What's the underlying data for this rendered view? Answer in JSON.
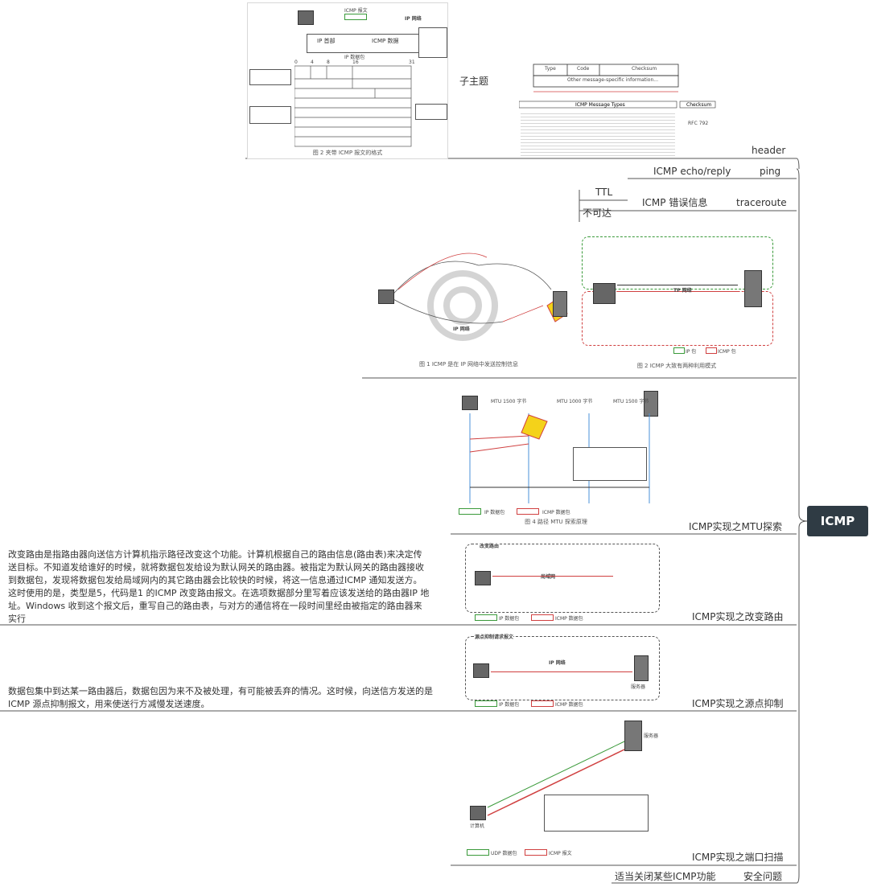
{
  "root": {
    "label": "ICMP"
  },
  "branches": {
    "header": {
      "sub_topic": "子主题",
      "label": "header"
    },
    "echo": {
      "left": "ICMP echo/reply",
      "right": "ping"
    },
    "error": {
      "ttl": "TTL",
      "unreachable": "不可达",
      "label": "ICMP 错误信息",
      "right": "traceroute"
    },
    "mtu": {
      "label": "ICMP实现之MTU探索"
    },
    "redirect": {
      "label": "ICMP实现之改变路由",
      "text": "改变路由是指路由器向送信方计算机指示路径改变这个功能。计算机根据自己的路由信息(路由表)来决定传送目标。不知道发给谁好的时候，就将数据包发给设为默认网关的路由器。被指定为默认网关的路由器接收到数据包，发现将数据包发给局域网内的其它路由器会比较快的时候，将这一信息通过ICMP 通知发送方。这时使用的是，类型是5，代码是1 的ICMP 改变路由报文。在选项数据部分里写着应该发送给的路由器IP 地址。Windows 收到这个报文后，重写自己的路由表，与对方的通信将在一段时间里经由被指定的路由器来实行"
    },
    "quench": {
      "label": "ICMP实现之源点抑制",
      "text": "数据包集中到达某一路由器后，数据包因为来不及被处理，有可能被丢弃的情况。这时候，向送信方发送的是ICMP 源点抑制报文，用来使送行方减慢发送速度。"
    },
    "portscan": {
      "label": "ICMP实现之端口扫描"
    },
    "security": {
      "left": "适当关闭某些ICMP功能",
      "right": "安全问题"
    }
  },
  "figures": {
    "fig_format": {
      "caption": "图 2 夹带 ICMP 报文的格式",
      "top_label": "ICMP 报文",
      "ip_net": "IP 网络",
      "ip_header": "IP 首部",
      "icmp_data": "ICMP 数据",
      "ip_packet": "IP 数据包",
      "bits": [
        "0",
        "4",
        "8",
        "16",
        "31"
      ]
    },
    "fig_rfc": {
      "title": "ICMP Message Types",
      "checksum_title": "Checksum",
      "rfc": "RFC 792",
      "fields": [
        "Type",
        "Code",
        "Checksum"
      ],
      "other": "Other message-specific information..."
    },
    "fig_icmp1": {
      "caption": "图 1 ICMP 是在 IP 网络中发送控制信息",
      "net": "IP 网络"
    },
    "fig_icmp2": {
      "caption": "图 2 ICMP 大致有两种利用模式",
      "net": "TP 网络",
      "legend_ip": "IP 包",
      "legend_icmp": "ICMP 包"
    },
    "fig_mtu": {
      "caption": "图 4 路径 MTU 探索原理",
      "mtu1": "MTU 1500 字节",
      "mtu2": "MTU 1000 字节",
      "mtu3": "MTU 1500 字节",
      "legend_ip": "IP 数据包",
      "legend_icmp": "ICMP 数据包"
    },
    "fig_redirect": {
      "title": "改变路由",
      "net": "局域网",
      "legend_ip": "IP 数据包",
      "legend_icmp": "ICMP 数据包"
    },
    "fig_quench": {
      "title": "源点抑制请求报文",
      "net": "IP 网络",
      "server": "服务器",
      "legend_ip": "IP 数据包",
      "legend_icmp": "ICMP 数据包"
    },
    "fig_portscan": {
      "server": "服务器",
      "pc": "计算机",
      "legend_udp": "UDP 数据包",
      "legend_icmp": "ICMP 报文"
    }
  },
  "colors": {
    "root_bg": "#2f3b44",
    "line": "#555555",
    "red": "#d04040",
    "green": "#3a9a3a"
  }
}
